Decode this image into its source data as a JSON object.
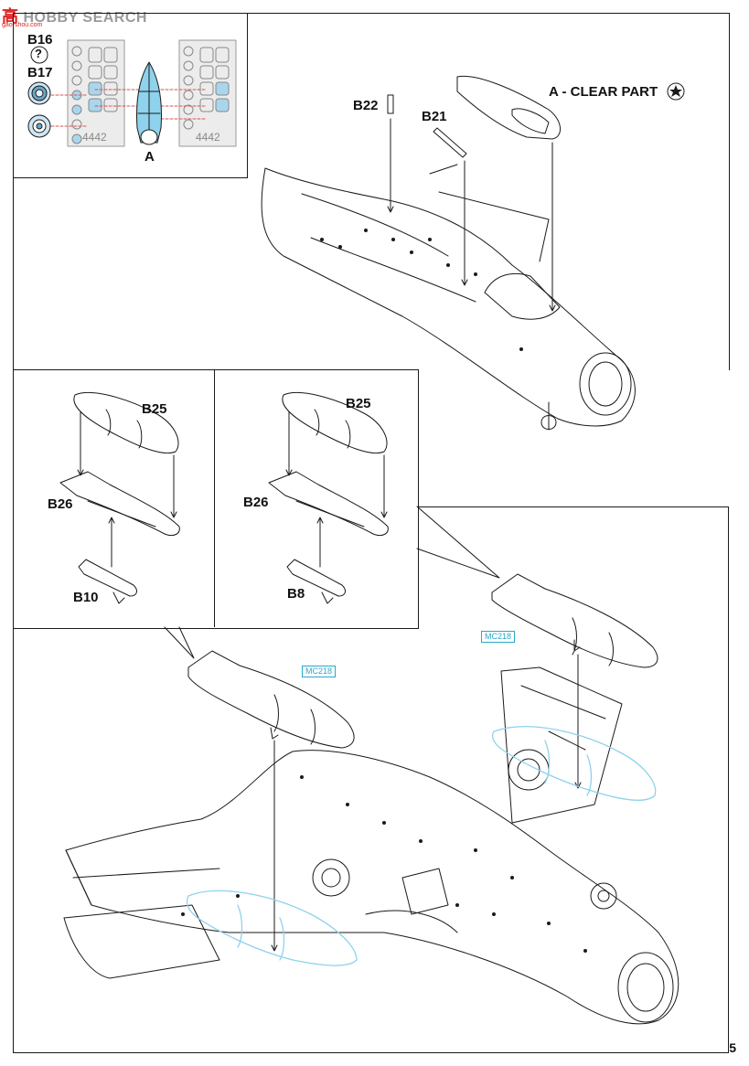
{
  "watermark": {
    "mark": "高",
    "text": "HOBBY SEARCH",
    "url": "gao-shou.com"
  },
  "inset": {
    "labels": {
      "b16": "B16",
      "b17": "B17",
      "a": "A",
      "mask_number_left": "4442",
      "mask_number_right": "4442"
    },
    "question_mark": "?"
  },
  "step_top": {
    "labels": {
      "b22": "B22",
      "b21": "B21",
      "clear_part": "A - CLEAR PART"
    }
  },
  "option_left": {
    "labels": {
      "b25": "B25",
      "b26": "B26",
      "b10": "B10"
    }
  },
  "option_right": {
    "labels": {
      "b25": "B25",
      "b26": "B26",
      "b8": "B8"
    }
  },
  "step_bottom": {
    "callouts": {
      "left": "MC218",
      "right": "MC218"
    }
  },
  "page_number": "5",
  "colors": {
    "line": "#1a1a1a",
    "clear_blue": "#8fd2ec",
    "callout": "#2aa8c8",
    "mask_red": "#d9534f"
  }
}
